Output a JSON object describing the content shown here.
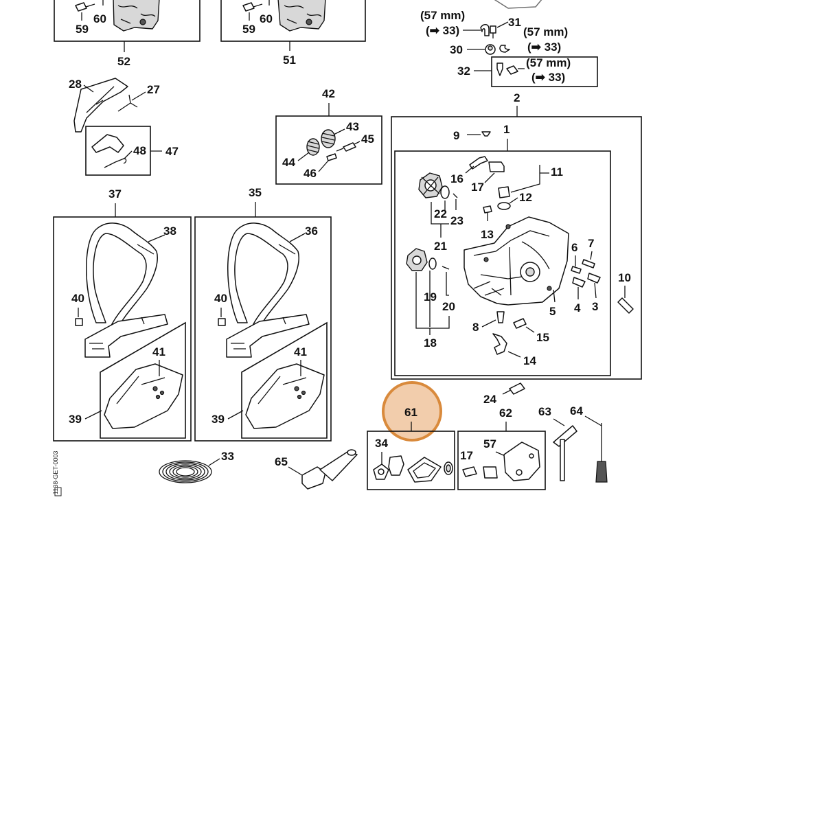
{
  "diagram": {
    "highlight_label": "61",
    "labels": {
      "l60a": "60",
      "l59a": "59",
      "l52": "52",
      "l60b": "60",
      "l59b": "59",
      "l51": "51",
      "l57mm_a": "(57 mm)",
      "l33ref_a": "(➡ 33)",
      "l31": "31",
      "l57mm_b": "(57 mm)",
      "l30": "30",
      "l33ref_b": "(➡ 33)",
      "l32": "32",
      "l57mm_c": "(57 mm)",
      "l33ref_c": "(➡ 33)",
      "l28": "28",
      "l27": "27",
      "l48": "48",
      "l47": "47",
      "l42": "42",
      "l43": "43",
      "l45": "45",
      "l44": "44",
      "l46": "46",
      "l2": "2",
      "l9": "9",
      "l1": "1",
      "l16": "16",
      "l17a": "17",
      "l11": "11",
      "l12": "12",
      "l22": "22",
      "l23": "23",
      "l13": "13",
      "l21": "21",
      "l6": "6",
      "l7": "7",
      "l10": "10",
      "l19": "19",
      "l20": "20",
      "l4": "4",
      "l3": "3",
      "l5": "5",
      "l8": "8",
      "l15": "15",
      "l18": "18",
      "l14": "14",
      "l37": "37",
      "l38": "38",
      "l35": "35",
      "l36": "36",
      "l40a": "40",
      "l41a": "41",
      "l39a": "39",
      "l40b": "40",
      "l41b": "41",
      "l39b": "39",
      "l24": "24",
      "l62": "62",
      "l63": "63",
      "l64": "64",
      "l34": "34",
      "l17b": "17",
      "l57": "57",
      "l33": "33",
      "l65": "65"
    },
    "drawing_code": "1138-GET-0003"
  }
}
